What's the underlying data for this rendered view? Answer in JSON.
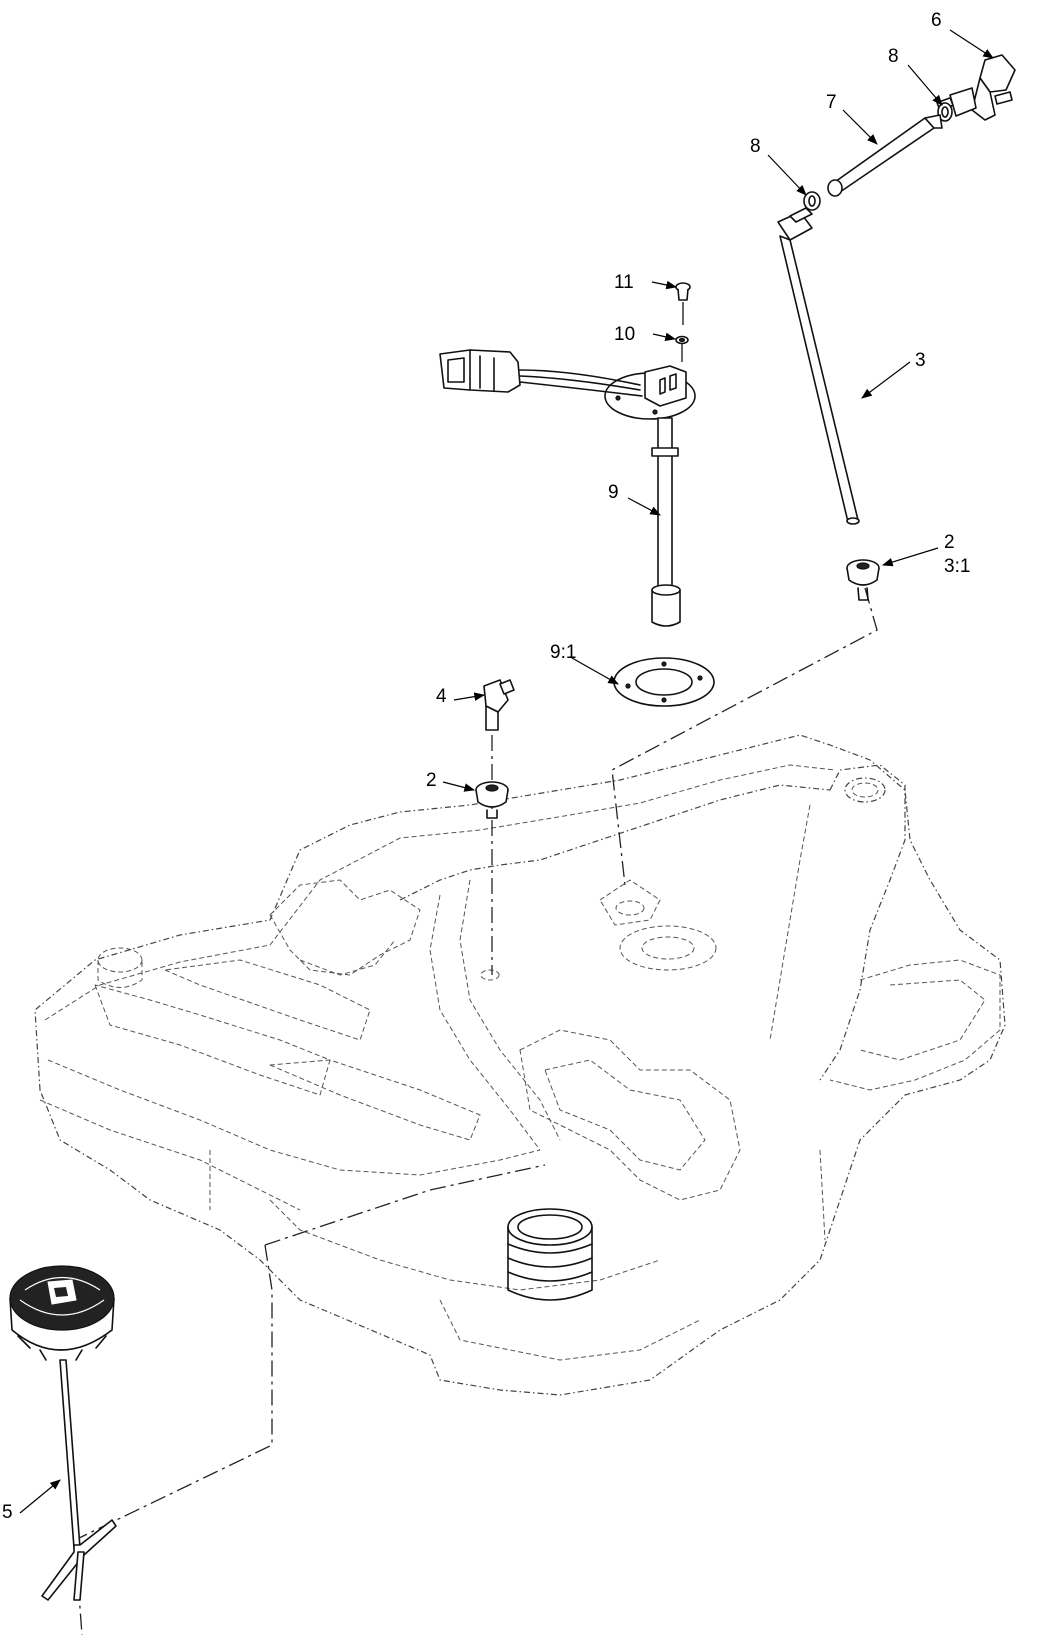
{
  "callouts": {
    "c1": "6",
    "c2": "8",
    "c3": "7",
    "c4": "8",
    "c5": "11",
    "c6": "10",
    "c7": "3",
    "c8": "9",
    "c9": "2",
    "c10": "3:1",
    "c11": "9:1",
    "c12": "4",
    "c13": "2",
    "c14": "5"
  },
  "colors": {
    "ink": "#000000",
    "background": "#ffffff"
  }
}
